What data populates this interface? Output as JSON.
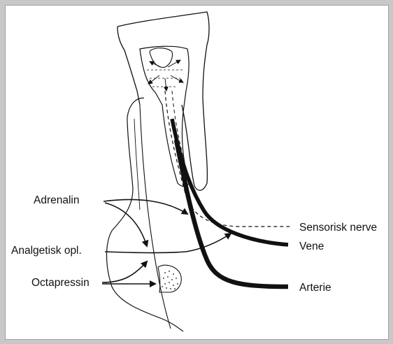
{
  "labels": {
    "adrenalin": "Adrenalin",
    "analgetisk": "Analgetisk opl.",
    "octapressin": "Octapressin",
    "sensorisk_nerve": "Sensorisk nerve",
    "vene": "Vene",
    "arterie": "Arterie"
  },
  "colors": {
    "background": "#ffffff",
    "frame": "#c8c8c8",
    "ink": "#111111"
  }
}
